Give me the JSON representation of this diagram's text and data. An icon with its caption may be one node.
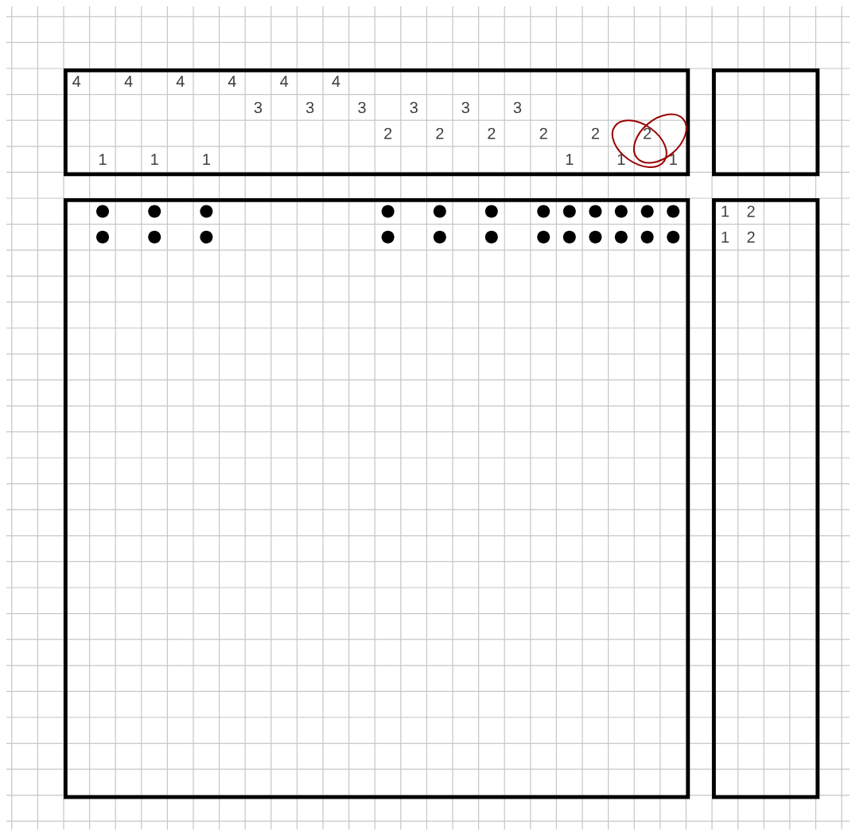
{
  "diagram": {
    "nodes": [
      {
        "text": [
          "4",
          "4",
          "4",
          "4",
          "4",
          "4",
          "3",
          "3",
          "3",
          "3",
          "3",
          "3",
          "2",
          "2",
          "2",
          "2",
          "2",
          "2",
          "1",
          "1",
          "1",
          "1",
          "1",
          "1"
        ]
      },
      {
        "text": [],
        "shape": "box"
      },
      {
        "text": [],
        "shape": "box"
      },
      {
        "text": [
          "1",
          "2",
          "1",
          "2"
        ]
      }
    ]
  }
}
